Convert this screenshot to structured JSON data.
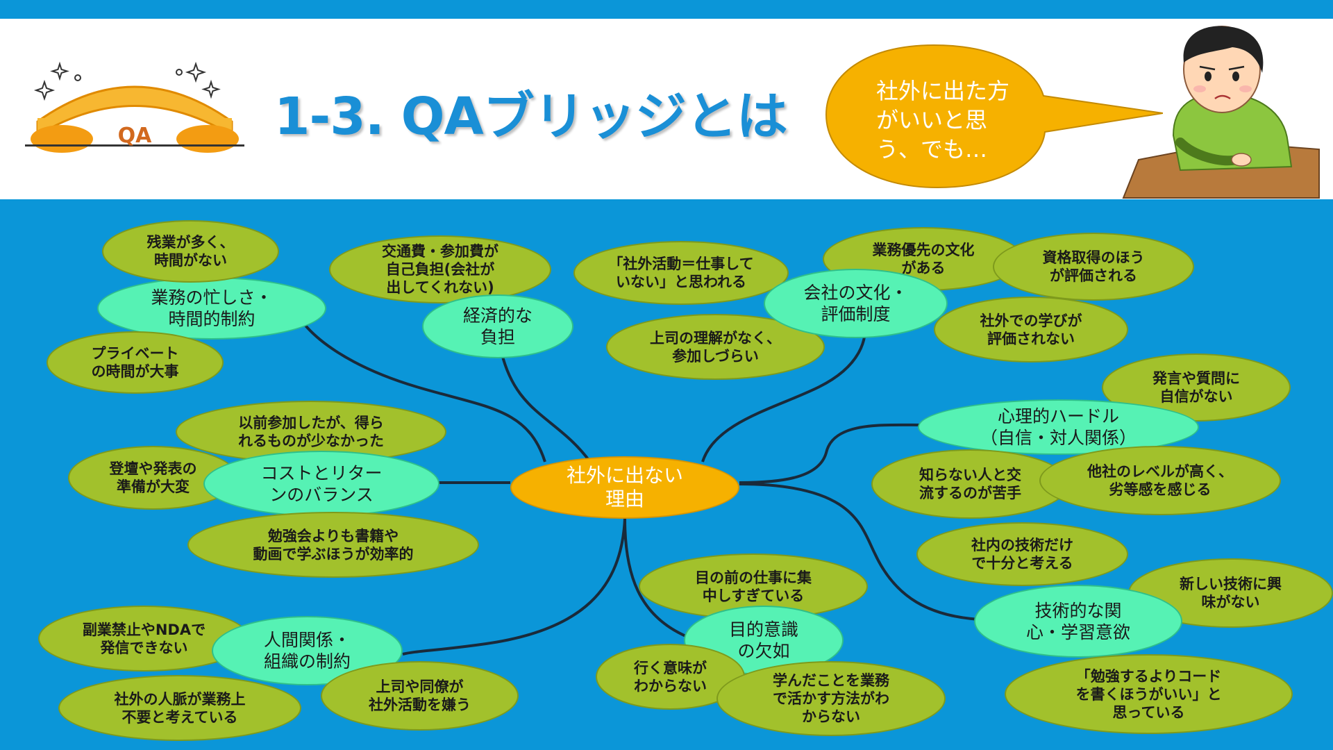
{
  "header": {
    "title": "1-3. QAブリッジとは",
    "logo_text": "QA",
    "speech": "社外に出た方\nがいいと思\nう、でも…"
  },
  "mindmap": {
    "center": "社外に出ない\n理由",
    "categories": [
      {
        "id": "busy",
        "label": "業務の忙しさ・\n時間的制約",
        "leaves": [
          "残業が多く、\n時間がない",
          "プライベート\nの時間が大事"
        ]
      },
      {
        "id": "cost",
        "label": "経済的な\n負担",
        "leaves": [
          "交通費・参加費が\n自己負担(会社が\n出してくれない)"
        ]
      },
      {
        "id": "culture",
        "label": "会社の文化・\n評価制度",
        "leaves": [
          "「社外活動＝仕事して\nいない」と思われる",
          "上司の理解がなく、\n参加しづらい",
          "業務優先の文化\nがある",
          "資格取得のほう\nが評価される",
          "社外での学びが\n評価されない"
        ]
      },
      {
        "id": "psych",
        "label": "心理的ハードル\n（自信・対人関係）",
        "leaves": [
          "発言や質問に\n自信がない",
          "知らない人と交\n流するのが苦手",
          "他社のレベルが高く、\n劣等感を感じる"
        ]
      },
      {
        "id": "return",
        "label": "コストとリター\nンのバランス",
        "leaves": [
          "以前参加したが、得ら\nれるものが少なかった",
          "登壇や発表の\n準備が大変",
          "勉強会よりも書籍や\n動画で学ぶほうが効率的"
        ]
      },
      {
        "id": "tech",
        "label": "技術的な関\n心・学習意欲",
        "leaves": [
          "社内の技術だけ\nで十分と考える",
          "新しい技術に興\n味がない",
          "「勉強するよりコード\nを書くほうがいい」と\n思っている"
        ]
      },
      {
        "id": "purpose",
        "label": "目的意識\nの欠如",
        "leaves": [
          "目の前の仕事に集\n中しすぎている",
          "行く意味が\nわからない",
          "学んだことを業務\nで活かす方法がわ\nからない"
        ]
      },
      {
        "id": "people",
        "label": "人間関係・\n組織の制約",
        "leaves": [
          "副業禁止やNDAで\n発信できない",
          "社外の人脈が業務上\n不要と考えている",
          "上司や同僚が\n社外活動を嫌う"
        ]
      }
    ]
  },
  "colors": {
    "background": "#0b96d8",
    "leaf": "#a2c12c",
    "category": "#56f2b4",
    "center": "#f6b100",
    "title": "#1a8fd6",
    "line": "#1a2a3a"
  }
}
